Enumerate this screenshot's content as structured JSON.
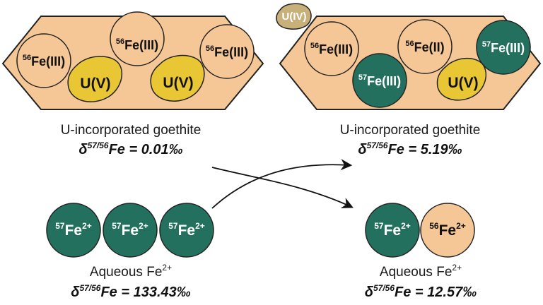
{
  "colors": {
    "mineral_fill": "#f6c796",
    "outline": "#222222",
    "fe56_fill": "#f6c796",
    "fe57_fill": "#23705f",
    "u5_fill": "#e8c634",
    "u4_fill": "#c8b07a",
    "text_dark": "#111111",
    "text_light": "#ffffff"
  },
  "left": {
    "goethite": {
      "atoms": [
        {
          "id": "fe56-a",
          "iso": "56",
          "ion": "Fe(III)",
          "kind": "fe56"
        },
        {
          "id": "fe56-b",
          "iso": "56",
          "ion": "Fe(III)",
          "kind": "fe56"
        },
        {
          "id": "fe56-c",
          "iso": "56",
          "ion": "Fe(III)",
          "kind": "fe56"
        },
        {
          "id": "u5-a",
          "iso": "",
          "ion": "U(V)",
          "kind": "u5"
        },
        {
          "id": "u5-b",
          "iso": "",
          "ion": "U(V)",
          "kind": "u5"
        }
      ],
      "caption": "U-incorporated goethite",
      "delta": {
        "symbol": "δ",
        "sup": "57/56",
        "rest": "Fe = 0.01‰"
      }
    },
    "aqueous": {
      "atoms": [
        {
          "id": "fe57-aq-1",
          "iso": "57",
          "el": "Fe",
          "charge": "2+",
          "kind": "fe57"
        },
        {
          "id": "fe57-aq-2",
          "iso": "57",
          "el": "Fe",
          "charge": "2+",
          "kind": "fe57"
        },
        {
          "id": "fe57-aq-3",
          "iso": "57",
          "el": "Fe",
          "charge": "2+",
          "kind": "fe57"
        }
      ],
      "caption": {
        "text": "Aqueous Fe",
        "sup": "2+"
      },
      "delta": {
        "symbol": "δ",
        "sup": "57/56",
        "rest": "Fe = 133.43‰"
      }
    }
  },
  "right": {
    "goethite": {
      "atoms": [
        {
          "id": "u4",
          "iso": "",
          "ion": "U(IV)",
          "kind": "u4"
        },
        {
          "id": "fe56-r1",
          "iso": "56",
          "ion": "Fe(III)",
          "kind": "fe56"
        },
        {
          "id": "fe56-r2",
          "iso": "56",
          "ion": "Fe(II)",
          "kind": "fe56"
        },
        {
          "id": "fe57-r1",
          "iso": "57",
          "ion": "Fe(III)",
          "kind": "fe57"
        },
        {
          "id": "fe57-r2",
          "iso": "57",
          "ion": "Fe(III)",
          "kind": "fe57"
        },
        {
          "id": "u5-r",
          "iso": "",
          "ion": "U(V)",
          "kind": "u5"
        }
      ],
      "caption": "U-incorporated goethite",
      "delta": {
        "symbol": "δ",
        "sup": "57/56",
        "rest": "Fe = 5.19‰"
      }
    },
    "aqueous": {
      "atoms": [
        {
          "id": "fe57-aq-r",
          "iso": "57",
          "el": "Fe",
          "charge": "2+",
          "kind": "fe57"
        },
        {
          "id": "fe56-aq-r",
          "iso": "56",
          "el": "Fe",
          "charge": "2+",
          "kind": "fe56"
        }
      ],
      "caption": {
        "text": "Aqueous Fe",
        "sup": "2+"
      },
      "delta": {
        "symbol": "δ",
        "sup": "57/56",
        "rest": "Fe = 12.57‰"
      }
    }
  }
}
